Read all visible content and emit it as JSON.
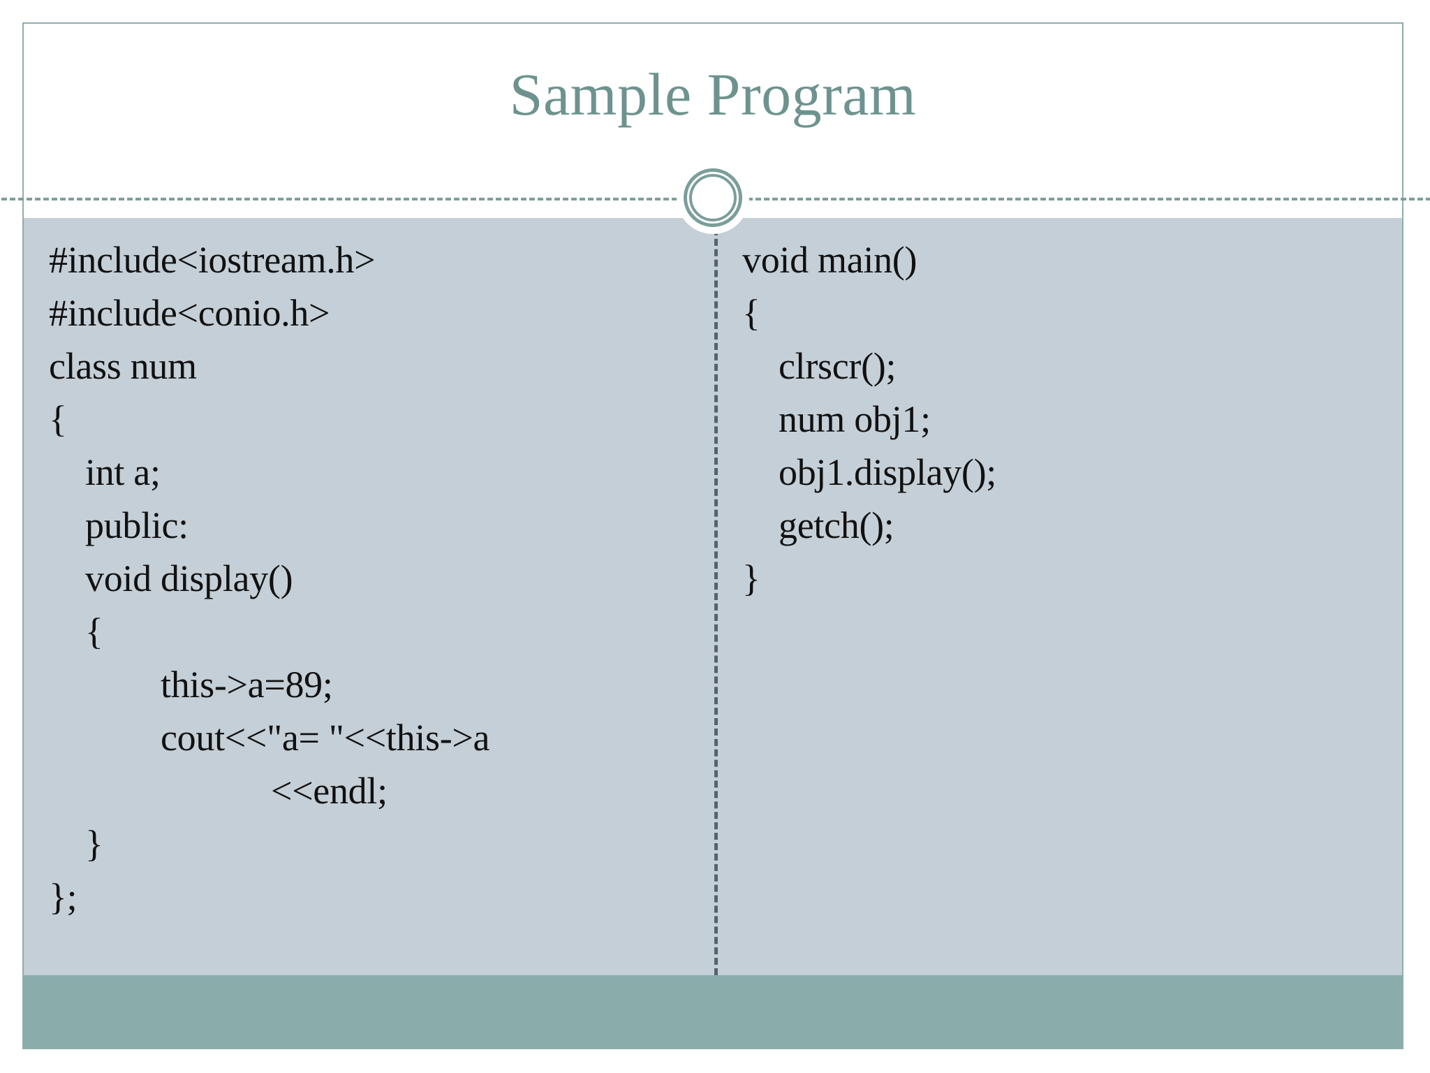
{
  "slide": {
    "title": "Sample Program",
    "colors": {
      "title": "#6e938f",
      "panel": "#c5cfd7",
      "footer": "#8aadac",
      "rule": "#7f9d9b",
      "divider": "#55636e",
      "border": "#8fadab",
      "code_text": "#111111"
    }
  },
  "code": {
    "left_column": [
      {
        "text": "#include<iostream.h>",
        "indent": 0
      },
      {
        "text": "#include<conio.h>",
        "indent": 0
      },
      {
        "text": "class num",
        "indent": 0
      },
      {
        "text": "{",
        "indent": 0
      },
      {
        "text": "int a;",
        "indent": 1
      },
      {
        "text": "public:",
        "indent": 1
      },
      {
        "text": "void display()",
        "indent": 1
      },
      {
        "text": "{",
        "indent": 1
      },
      {
        "text": "this->a=89;",
        "indent": 2
      },
      {
        "text": "cout<<\"a= \"<<this->a",
        "indent": 2
      },
      {
        "text": "<<endl;",
        "indent": 3
      },
      {
        "text": "}",
        "indent": 1
      },
      {
        "text": "};",
        "indent": 0
      }
    ],
    "right_column": [
      {
        "text": "void main()",
        "indent": 0
      },
      {
        "text": "{",
        "indent": 0
      },
      {
        "text": "clrscr();",
        "indent": 1
      },
      {
        "text": "num obj1;",
        "indent": 1
      },
      {
        "text": "obj1.display();",
        "indent": 1
      },
      {
        "text": "getch();",
        "indent": 1
      },
      {
        "text": "}",
        "indent": 0
      }
    ]
  },
  "decor": {
    "ring_icon": "double-ring-circle-icon",
    "horizontal_rule": "dashed-horizontal-rule",
    "vertical_rule": "dashed-vertical-divider"
  }
}
